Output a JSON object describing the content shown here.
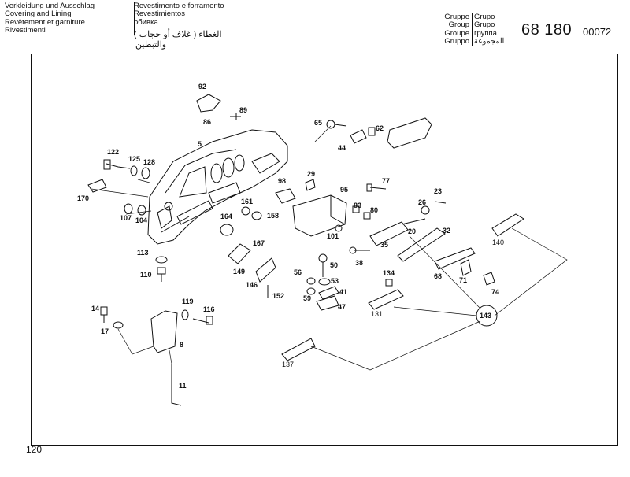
{
  "header": {
    "title_col_1": [
      "Verkleidung und Ausschlag",
      "Covering and Lining",
      "Revêtement et garniture",
      "Rivestimenti"
    ],
    "title_col_2": [
      "Revestimento e forramento",
      "Revestimientos",
      "обивка"
    ],
    "title_arabic": [
      "الغطاء ( غلاف أو حجاب )",
      "والتبطين"
    ],
    "group_col_1": [
      "Gruppe",
      "Group",
      "Groupe",
      "Gruppo"
    ],
    "group_col_2": [
      "Grupo",
      "Grupo",
      "группа",
      "المجموعة"
    ],
    "group_number": "68 180",
    "doc_number": "00072"
  },
  "diagram": {
    "part_labels": [
      "92",
      "86",
      "89",
      "65",
      "62",
      "44",
      "5",
      "122",
      "125",
      "128",
      "170",
      "107",
      "104",
      "161",
      "158",
      "164",
      "98",
      "29",
      "95",
      "77",
      "23",
      "83",
      "80",
      "26",
      "101",
      "20",
      "32",
      "35",
      "38",
      "140",
      "113",
      "110",
      "167",
      "149",
      "146",
      "152",
      "56",
      "59",
      "50",
      "53",
      "41",
      "47",
      "134",
      "131",
      "68",
      "71",
      "74",
      "143",
      "14",
      "17",
      "119",
      "116",
      "8",
      "11",
      "137"
    ]
  },
  "page_number": "120"
}
